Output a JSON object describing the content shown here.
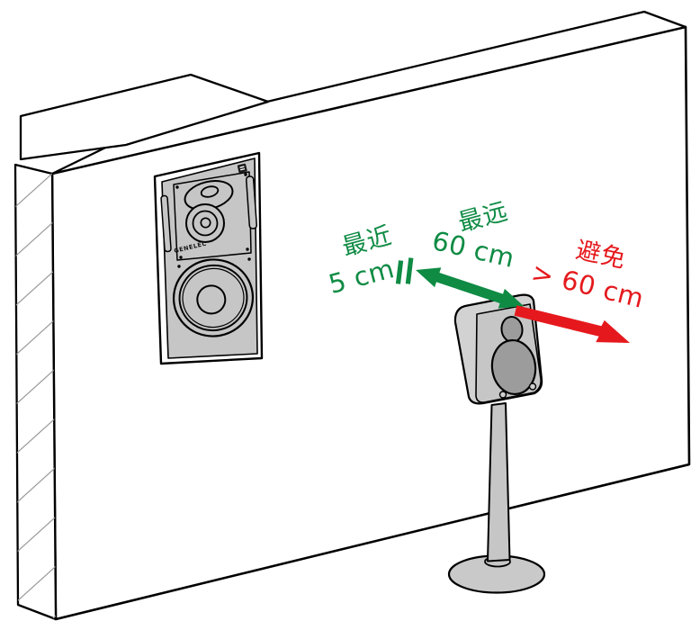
{
  "labels": {
    "nearest": {
      "title": "最近",
      "value": "5 cm"
    },
    "farthest": {
      "title": "最远",
      "value": "60 cm"
    },
    "avoid": {
      "title": "避免",
      "value": "> 60 cm"
    }
  },
  "wall_speaker": {
    "brand": "GENELEC"
  },
  "colors": {
    "ok_green": "#0f8b44",
    "avoid_red": "#e5191d",
    "panel_gray": "#c6c6c6",
    "driver_gray": "#9c9c9c",
    "body_gray": "#d2d2d2",
    "stand_gray": "#c6c6c6",
    "outline_black": "#000000"
  }
}
